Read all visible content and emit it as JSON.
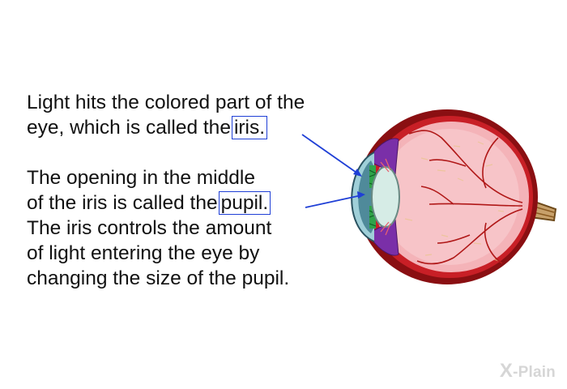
{
  "paragraph1": {
    "line1": "Light hits the colored part of the",
    "line2_prefix": "eye, which is called the",
    "line2_term": "iris."
  },
  "paragraph2": {
    "line1": "The opening in the middle",
    "line2_prefix": "of the iris is called the",
    "line2_term": "pupil.",
    "line3": "The iris controls the amount",
    "line4": "of light entering the eye by",
    "line5": "changing the size of the pupil."
  },
  "logo": {
    "x": "X",
    "rest": "-Plain"
  },
  "colors": {
    "arrow": "#1f3fd6",
    "sclera": "#8a0f12",
    "retina": "#f4b3b8",
    "iris": "#2fa34a",
    "lens": "#d6ece6",
    "ciliary": "#7a2fa8",
    "vessels": "#b01818"
  }
}
